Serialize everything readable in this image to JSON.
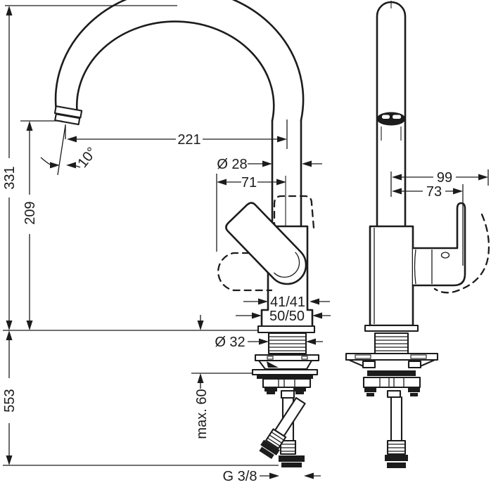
{
  "drawing_type": "faucet-installation-dimension-diagram",
  "colors": {
    "line": "#1c1c1c",
    "background": "#ffffff"
  },
  "dimensions": {
    "total_height": "331",
    "spout_height": "209",
    "spout_reach": "221",
    "spout_angle": "10°",
    "pipe_diameter": "Ø 28",
    "handle_clearance": "71",
    "body_width_top": "41/41",
    "body_width_base": "50/50",
    "shank_diameter": "Ø 32",
    "hose_length": "553",
    "max_counter_thickness": "max. 60",
    "connection_thread": "G 3/8",
    "handle_swing_reach": "99",
    "handle_offset": "73"
  }
}
